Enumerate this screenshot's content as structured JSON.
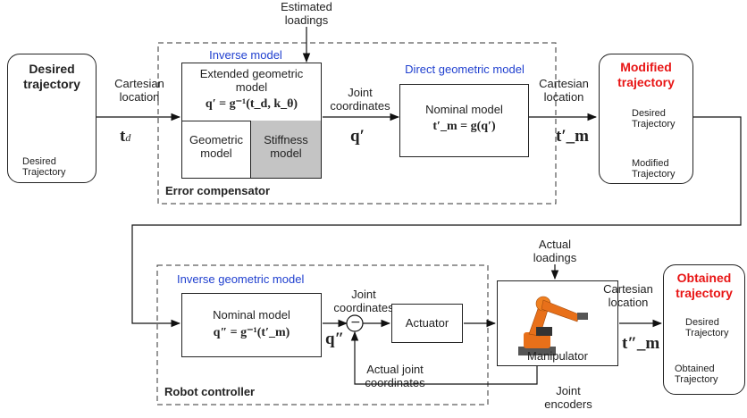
{
  "colors": {
    "inner_title": "#1f3fcf",
    "output_title": "#e81515",
    "trajectory_curve": "#e81515",
    "shaded": "#c9c9c9"
  },
  "desired_block": {
    "title": "Desired trajectory",
    "curve_label": "Desired Trajectory"
  },
  "loadings": "Estimated loadings",
  "cartesian_location_1": "Cartesian location",
  "td": "t",
  "td_sub": "d",
  "error_compensator": {
    "label": "Error compensator",
    "inverse_model_title": "Inverse model",
    "extended_model": "Extended geometric model",
    "extended_formula": "q′ = g⁻¹(t_d, k_θ)",
    "geometric_model": "Geometric model",
    "stiffness_model": "Stiffness model",
    "joint_coordinates": "Joint coordinates",
    "q_prime": "q′",
    "direct_model_title": "Direct geometric model",
    "nominal_model": "Nominal model",
    "direct_formula": "t′_m = g(q′)"
  },
  "cartesian_location_2": "Cartesian location",
  "tm_prime": "t′_m",
  "modified_block": {
    "title": "Modified trajectory",
    "desired_label": "Desired Trajectory",
    "modified_label": "Modified Trajectory"
  },
  "robot_controller": {
    "label": "Robot controller",
    "inverse_geometric_title": "Inverse geometric model",
    "nominal_model": "Nominal model",
    "inverse_formula": "q″ = g⁻¹(t′_m)",
    "q_double_prime": "q″",
    "joint_coordinates": "Joint coordinates",
    "minus": "−",
    "actuator": "Actuator",
    "actual_joint_coordinates": "Actual joint coordinates"
  },
  "actual_loadings": "Actual loadings",
  "manipulator": "Manipulator",
  "joint_encoders": "Joint encoders",
  "cartesian_location_3": "Cartesian location",
  "tm_double_prime": "t″_m",
  "obtained_block": {
    "title": "Obtained trajectory",
    "desired_label": "Desired Trajectory",
    "obtained_label": "Obtained Trajectory"
  }
}
